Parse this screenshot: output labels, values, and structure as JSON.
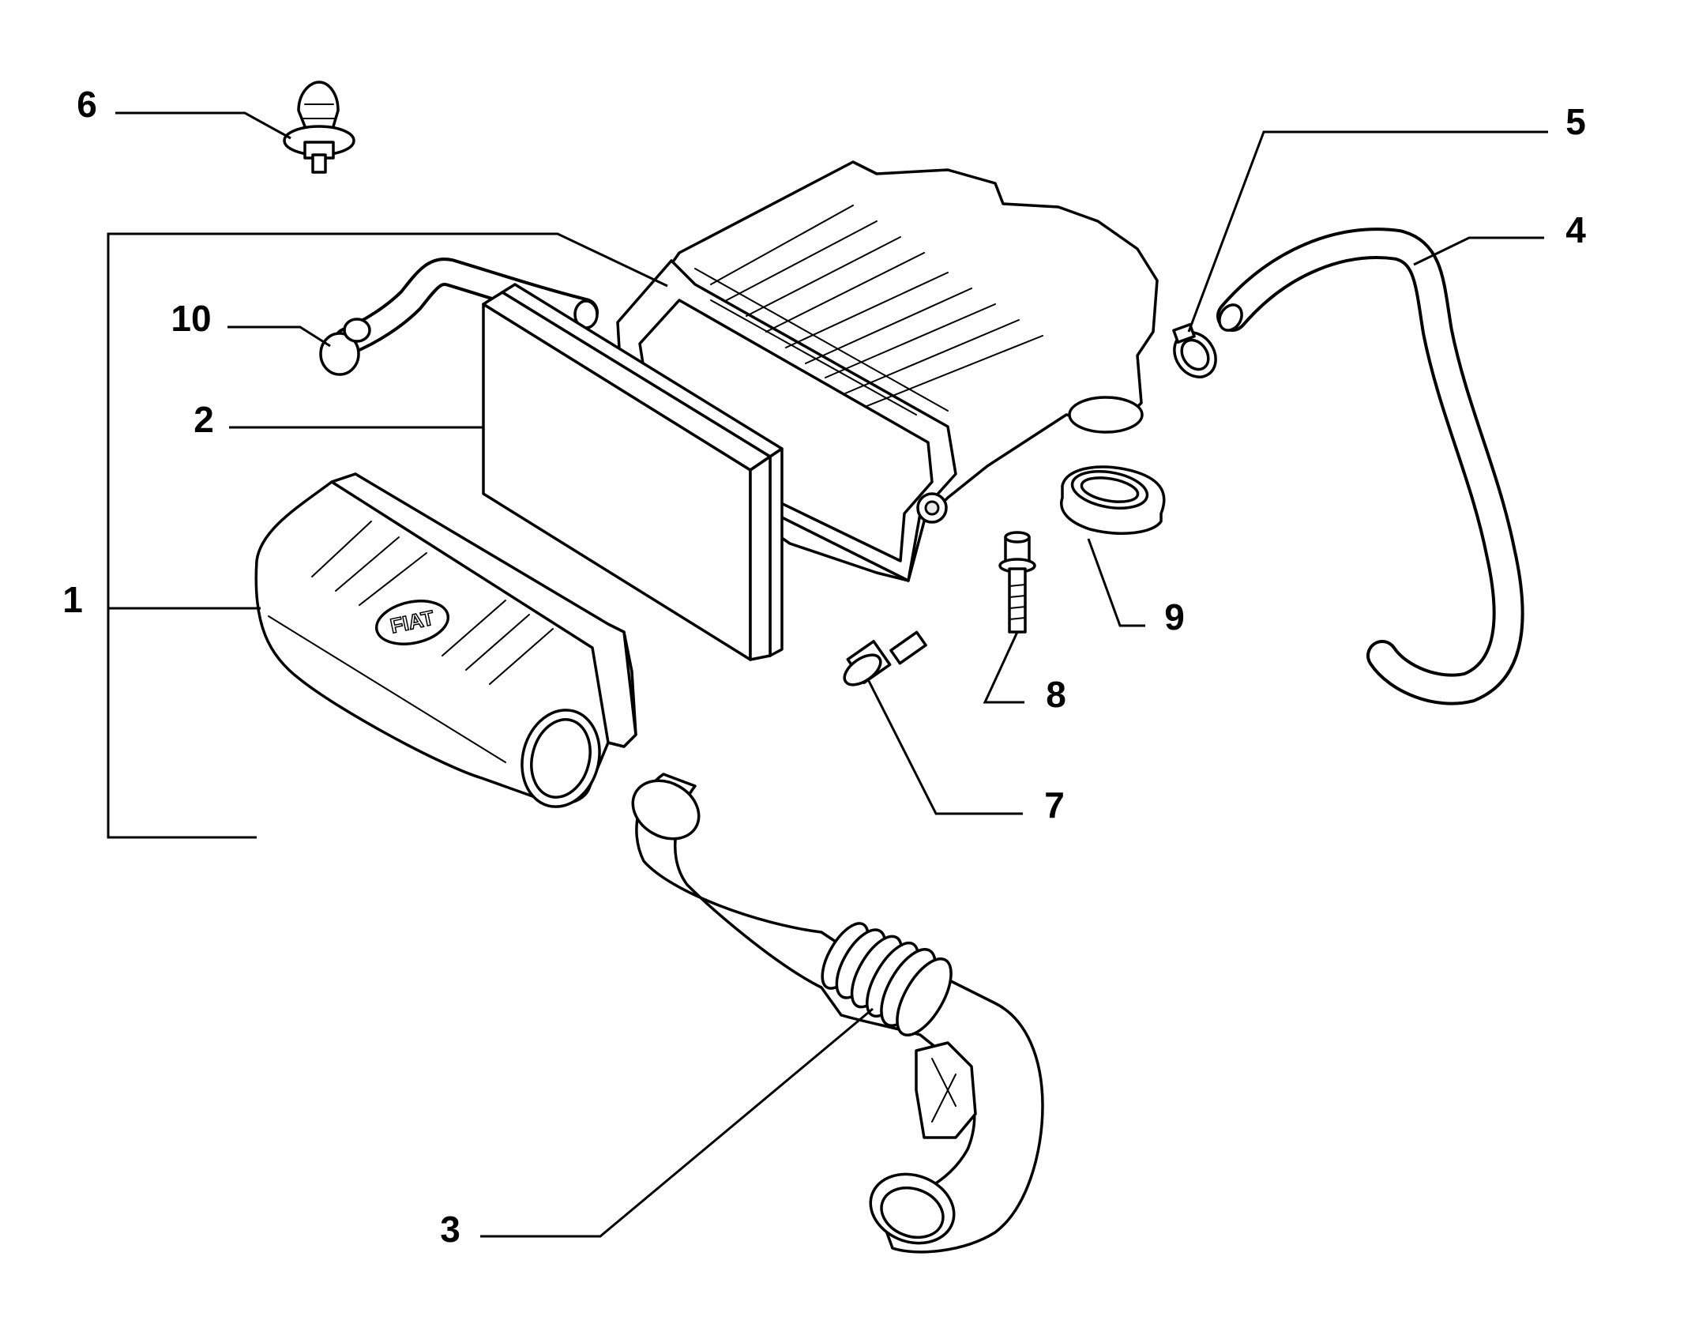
{
  "callouts": [
    "1",
    "2",
    "3",
    "4",
    "5",
    "6",
    "7",
    "8",
    "9",
    "10"
  ],
  "logo_text": "FIAT"
}
